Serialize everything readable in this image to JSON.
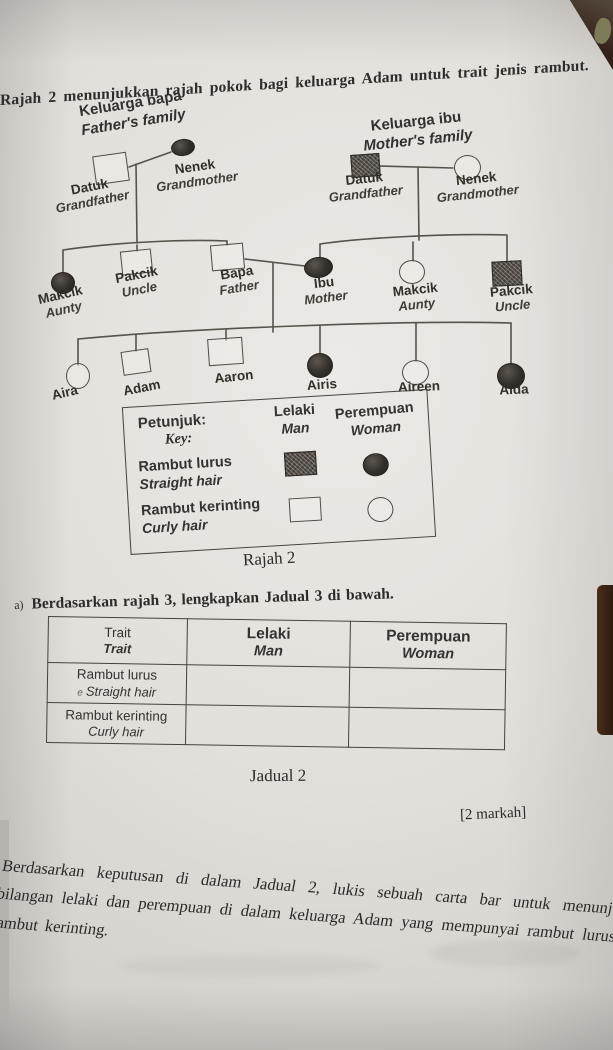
{
  "colors": {
    "paper": "#e2dfda",
    "ink": "#35332f",
    "tree_line": "#57534b",
    "dark_fill": "#36322d",
    "background_dark": "#312016",
    "skin": "#c68b68"
  },
  "intro": "Rajah 2 menunjukkan rajah pokok bagi keluarga Adam untuk trait jenis rambut.",
  "tree": {
    "father_family": {
      "ms": "Keluarga bapa",
      "en": "Father's family"
    },
    "mother_family": {
      "ms": "Keluarga ibu",
      "en": "Mother's family"
    },
    "nodes": {
      "f_datuk": {
        "ms": "Datuk",
        "en": "Grandfather",
        "shape": "square",
        "hair": "curly"
      },
      "f_nenek": {
        "ms": "Nenek",
        "en": "Grandmother",
        "shape": "circle",
        "hair": "straight"
      },
      "f_makcik": {
        "ms": "Makcik",
        "en": "Aunty",
        "shape": "circle",
        "hair": "straight"
      },
      "f_pakcik": {
        "ms": "Pakcik",
        "en": "Uncle",
        "shape": "square",
        "hair": "curly"
      },
      "bapa": {
        "ms": "Bapa",
        "en": "Father",
        "shape": "square",
        "hair": "curly"
      },
      "m_datuk": {
        "ms": "Datuk",
        "en": "Grandfather",
        "shape": "square",
        "hair": "straight"
      },
      "m_nenek": {
        "ms": "Nenek",
        "en": "Grandmother",
        "shape": "circle",
        "hair": "curly"
      },
      "ibu": {
        "ms": "Ibu",
        "en": "Mother",
        "shape": "circle",
        "hair": "straight"
      },
      "m_makcik": {
        "ms": "Makcik",
        "en": "Aunty",
        "shape": "circle",
        "hair": "curly"
      },
      "m_pakcik": {
        "ms": "Pakcik",
        "en": "Uncle",
        "shape": "square",
        "hair": "straight"
      },
      "aira": {
        "ms": "Aira",
        "shape": "circle",
        "hair": "curly"
      },
      "adam": {
        "ms": "Adam",
        "shape": "square",
        "hair": "curly"
      },
      "aaron": {
        "ms": "Aaron",
        "shape": "square",
        "hair": "curly"
      },
      "airis": {
        "ms": "Airis",
        "shape": "circle",
        "hair": "straight"
      },
      "aireen": {
        "ms": "Aireen",
        "shape": "circle",
        "hair": "curly"
      },
      "aida": {
        "ms": "Aida",
        "shape": "circle",
        "hair": "straight"
      }
    }
  },
  "legend": {
    "title_ms": "Petunjuk:",
    "title_en": "Key:",
    "col_man_ms": "Lelaki",
    "col_man_en": "Man",
    "col_woman_ms": "Perempuan",
    "col_woman_en": "Woman",
    "row_straight_ms": "Rambut lurus",
    "row_straight_en": "Straight hair",
    "row_curly_ms": "Rambut kerinting",
    "row_curly_en": "Curly hair"
  },
  "figure_caption": "Rajah 2",
  "question_a": {
    "label": "a)",
    "text": "Berdasarkan rajah 3,  lengkapkan Jadual 3 di bawah."
  },
  "table": {
    "pencil_mark": "e",
    "headers": [
      {
        "ms": "Trait",
        "en": "Trait"
      },
      {
        "ms": "Lelaki",
        "en": "Man"
      },
      {
        "ms": "Perempuan",
        "en": "Woman"
      }
    ],
    "rows": [
      {
        "ms": "Rambut lurus",
        "en": "Straight hair",
        "man": "",
        "woman": ""
      },
      {
        "ms": "Rambut kerinting",
        "en": "Curly hair",
        "man": "",
        "woman": ""
      }
    ],
    "caption": "Jadual 2"
  },
  "marks": "[2 markah]",
  "question_b": "Berdasarkan keputusan di dalam Jadual 2, lukis sebuah carta bar untuk menunjukkan bilangan lelaki dan perempuan di dalam keluarga Adam yang mempunyai rambut lurus dan rambut kerinting."
}
